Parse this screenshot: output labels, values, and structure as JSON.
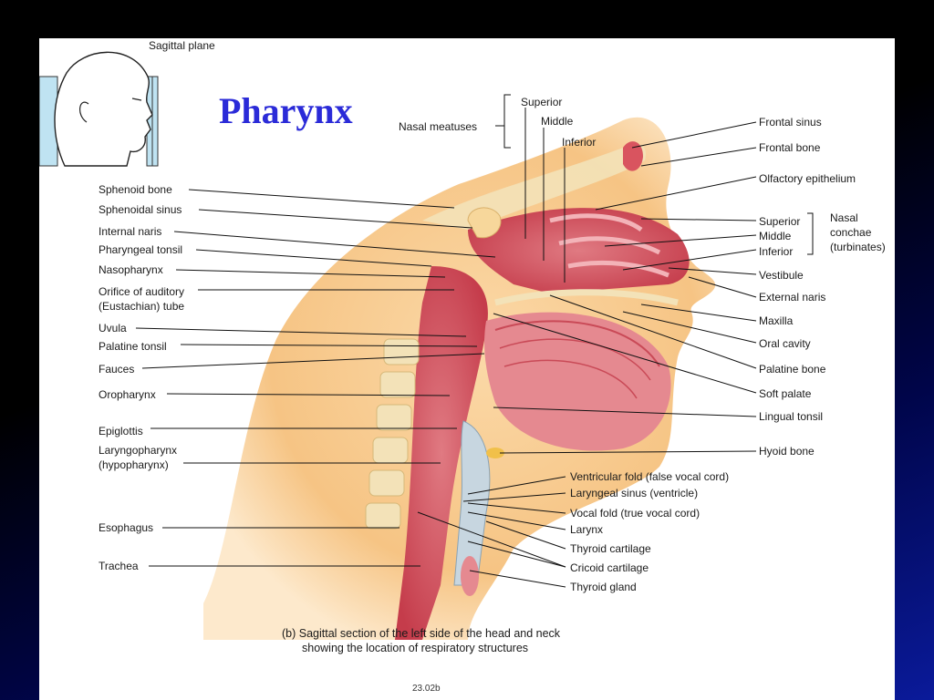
{
  "title": "Pharynx",
  "inset_label": "Sagittal plane",
  "caption_line1": "(b) Sagittal section of the left side of the head and neck",
  "caption_line2": "showing the location of respiratory structures",
  "figure_id": "23.02b",
  "nasal_meatuses": {
    "group": "Nasal meatuses",
    "superior": "Superior",
    "middle": "Middle",
    "inferior": "Inferior"
  },
  "nasal_conchae": {
    "group_line1": "Nasal",
    "group_line2": "conchae",
    "group_line3": "(turbinates)",
    "superior": "Superior",
    "middle": "Middle",
    "inferior": "Inferior"
  },
  "left_labels": {
    "sphenoid_bone": "Sphenoid bone",
    "sphenoidal_sinus": "Sphenoidal sinus",
    "internal_naris": "Internal naris",
    "pharyngeal_tonsil": "Pharyngeal tonsil",
    "nasopharynx": "Nasopharynx",
    "orifice_line1": "Orifice of auditory",
    "orifice_line2": "(Eustachian) tube",
    "uvula": "Uvula",
    "palatine_tonsil": "Palatine tonsil",
    "fauces": "Fauces",
    "oropharynx": "Oropharynx",
    "epiglottis": "Epiglottis",
    "laryngopharynx_line1": "Laryngopharynx",
    "laryngopharynx_line2": "(hypopharynx)",
    "esophagus": "Esophagus",
    "trachea": "Trachea"
  },
  "right_labels": {
    "frontal_sinus": "Frontal sinus",
    "frontal_bone": "Frontal bone",
    "olfactory_epithelium": "Olfactory epithelium",
    "vestibule": "Vestibule",
    "external_naris": "External naris",
    "maxilla": "Maxilla",
    "oral_cavity": "Oral cavity",
    "palatine_bone": "Palatine bone",
    "soft_palate": "Soft palate",
    "lingual_tonsil": "Lingual tonsil",
    "hyoid_bone": "Hyoid bone"
  },
  "larynx_labels": {
    "ventricular_fold": "Ventricular fold (false vocal cord)",
    "laryngeal_sinus": "Laryngeal sinus (ventricle)",
    "vocal_fold": "Vocal fold (true vocal cord)",
    "larynx": "Larynx",
    "thyroid_cartilage": "Thyroid cartilage",
    "cricoid_cartilage": "Cricoid cartilage",
    "thyroid_gland": "Thyroid gland"
  },
  "colors": {
    "title": "#2b2bd8",
    "skin": "#f5c98f",
    "mucosa": "#d9545f",
    "bone": "#f3e2b8"
  }
}
